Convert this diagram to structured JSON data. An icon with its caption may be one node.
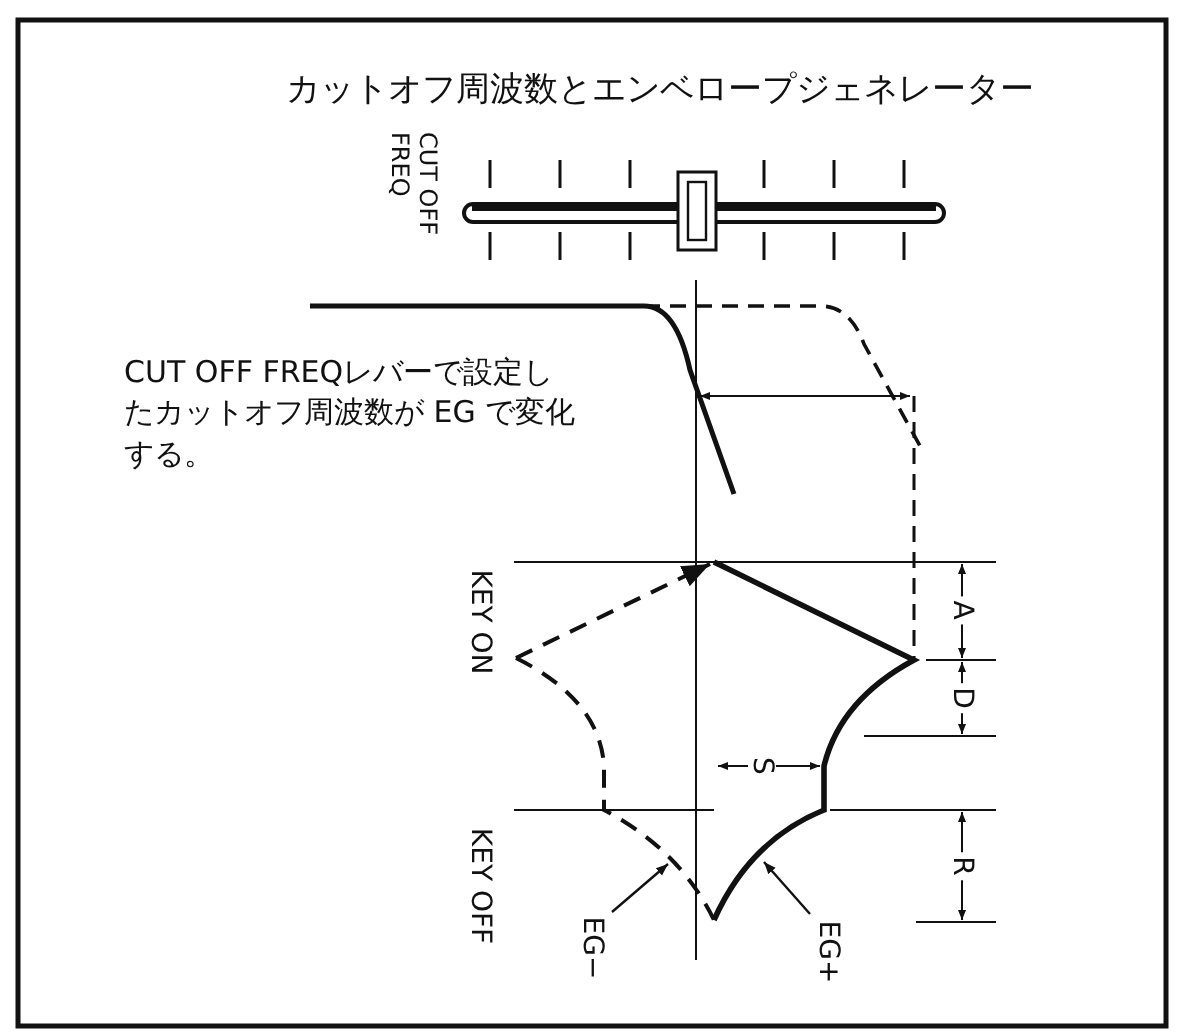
{
  "diagram": {
    "title": "カットオフ周波数とエンベロープジェネレーター",
    "nodes": [
      {
        "text": [
          "EG−"
        ]
      },
      {
        "text": [
          "EG+"
        ]
      }
    ],
    "edges": [
      {
        "from": 0,
        "to": null,
        "arrow": "to"
      },
      {
        "from": 1,
        "to": null,
        "arrow": "to"
      }
    ],
    "labels": [
      "CUT OFF FREQ",
      "CUT OFF FREQレバーで設定したカットオフ周波数が EG で変化する。",
      "KEY ON",
      "KEY OFF",
      "A",
      "D",
      "S",
      "R"
    ]
  }
}
